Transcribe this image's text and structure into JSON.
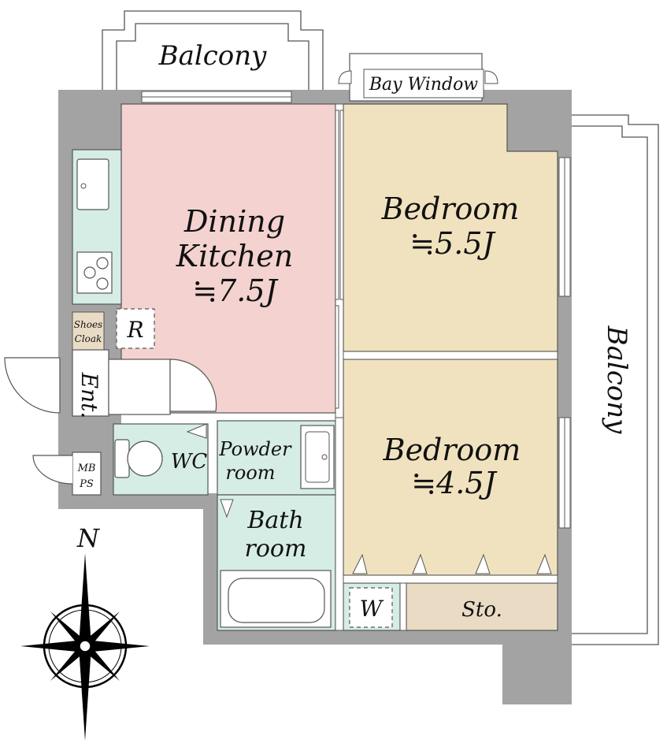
{
  "colors": {
    "wall": "#a3a3a3",
    "dining_kitchen": "#f3d2cf",
    "bedroom": "#f1e2bf",
    "wet_area": "#d6ede6",
    "storage": "#eadbc5",
    "outline": "#555555"
  },
  "rooms": {
    "dining_kitchen": {
      "name_line1": "Dining",
      "name_line2": "Kitchen",
      "size": "≒7.5J"
    },
    "bedroom_1": {
      "name": "Bedroom",
      "size": "≒5.5J"
    },
    "bedroom_2": {
      "name": "Bedroom",
      "size": "≒4.5J"
    },
    "wc": "WC",
    "powder_room_line1": "Powder",
    "powder_room_line2": "room",
    "bath_room_line1": "Bath",
    "bath_room_line2": "room",
    "entrance": "Ent.",
    "shoes_cloak_line1": "Shoes",
    "shoes_cloak_line2": "Cloak",
    "refrigerator": "R",
    "washer": "W",
    "storage": "Sto.",
    "mb_ps_line1": "MB",
    "mb_ps_line2": "PS"
  },
  "balcony_top": "Balcony",
  "balcony_right": "Balcony",
  "bay_window": "Bay Window",
  "compass_north": "N",
  "icons": [
    "compass-rose-icon",
    "sink-icon",
    "stove-icon",
    "toilet-icon",
    "bathtub-icon",
    "washbasin-icon"
  ]
}
